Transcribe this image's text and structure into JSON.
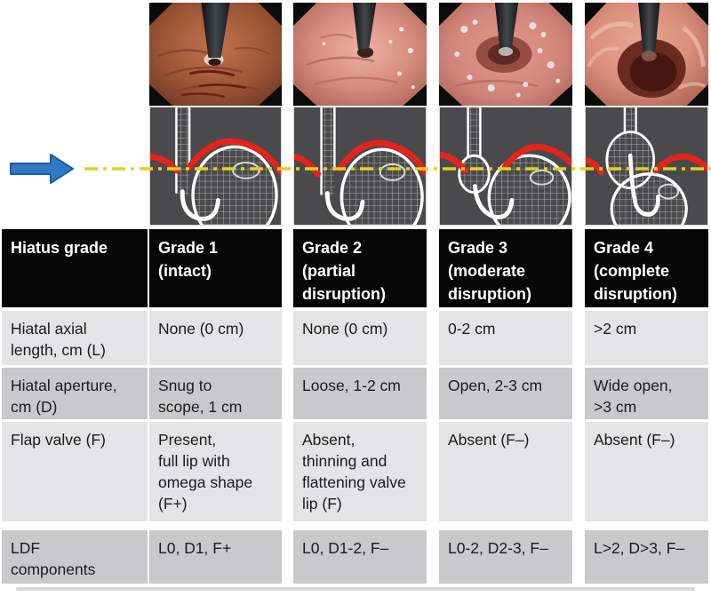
{
  "colors": {
    "arrow_blue": "#2f78c2",
    "arrow_blue_border": "#1d5ca8",
    "reference_line_yellow": "#e6d11c",
    "diaphragm_red": "#e6231b",
    "header_bg": "#060606",
    "row_light": "#e4e4e6",
    "row_dark": "#c9c9cb"
  },
  "figure": {
    "photo_names": [
      "endoscopy-photo-grade-1",
      "endoscopy-photo-grade-2",
      "endoscopy-photo-grade-3",
      "endoscopy-photo-grade-4"
    ],
    "diagram_names": [
      "stomach-schematic-grade-1",
      "stomach-schematic-grade-2",
      "stomach-schematic-grade-3",
      "stomach-schematic-grade-4"
    ],
    "arrow_icon": "right-arrow"
  },
  "table": {
    "header": {
      "col0": "Hiatus grade",
      "cols": [
        "Grade 1\n(intact)",
        "Grade 2\n(partial\ndisruption)",
        "Grade 3\n(moderate\ndisruption)",
        "Grade 4\n(complete\ndisruption)"
      ]
    },
    "rows": [
      {
        "label": "Hiatal axial\nlength, cm (L)",
        "cells": [
          "None (0 cm)",
          "None (0 cm)",
          "0-2 cm",
          ">2 cm"
        ]
      },
      {
        "label": "Hiatal aperture,\ncm (D)",
        "cells": [
          "Snug to\nscope, 1 cm",
          "Loose, 1-2 cm",
          "Open, 2-3 cm",
          "Wide open,\n>3 cm"
        ]
      },
      {
        "label": "Flap valve (F)",
        "cells": [
          "Present,\nfull lip with\nomega shape\n(F+)",
          "Absent,\nthinning and\nflattening valve\nlip (F)",
          "Absent (F–)",
          "Absent (F–)"
        ]
      },
      {
        "label": "LDF\ncomponents",
        "cells": [
          "L0, D1, F+",
          "L0, D1-2, F–",
          "L0-2, D2-3, F–",
          "L>2, D>3, F–"
        ]
      }
    ]
  }
}
